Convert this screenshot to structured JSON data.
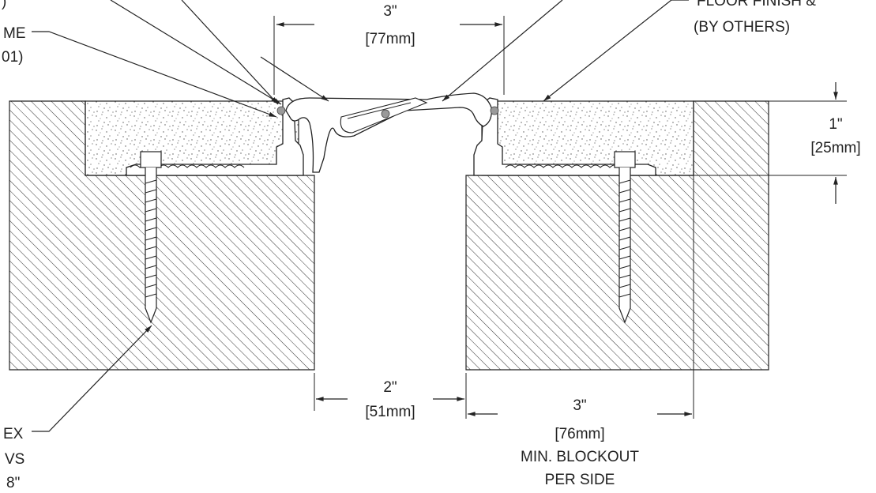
{
  "top_left_labels": {
    "line1_fragment": ")",
    "line2_fragment": "ME",
    "line3_fragment": "01)"
  },
  "top_right_labels": {
    "line1": "FLOOR FINISH &",
    "line2": "(BY OTHERS)"
  },
  "dim_top": {
    "imperial": "3\"",
    "metric": "[77mm]"
  },
  "dim_right": {
    "imperial": "1\"",
    "metric": "[25mm]"
  },
  "dim_gap": {
    "imperial": "2\"",
    "metric": "[51mm]"
  },
  "dim_blockout": {
    "imperial": "3\"",
    "metric": "[76mm]",
    "note_line1": "MIN. BLOCKOUT",
    "note_line2": "PER SIDE"
  },
  "bottom_left_labels": {
    "line1_fragment": "EX",
    "line2_fragment": "VS",
    "line3_fragment": "8\""
  },
  "colors": {
    "line": "#222222",
    "pin": "#9a9a9a",
    "concrete_hatch": "#333333",
    "grout_dots": "#555555"
  }
}
